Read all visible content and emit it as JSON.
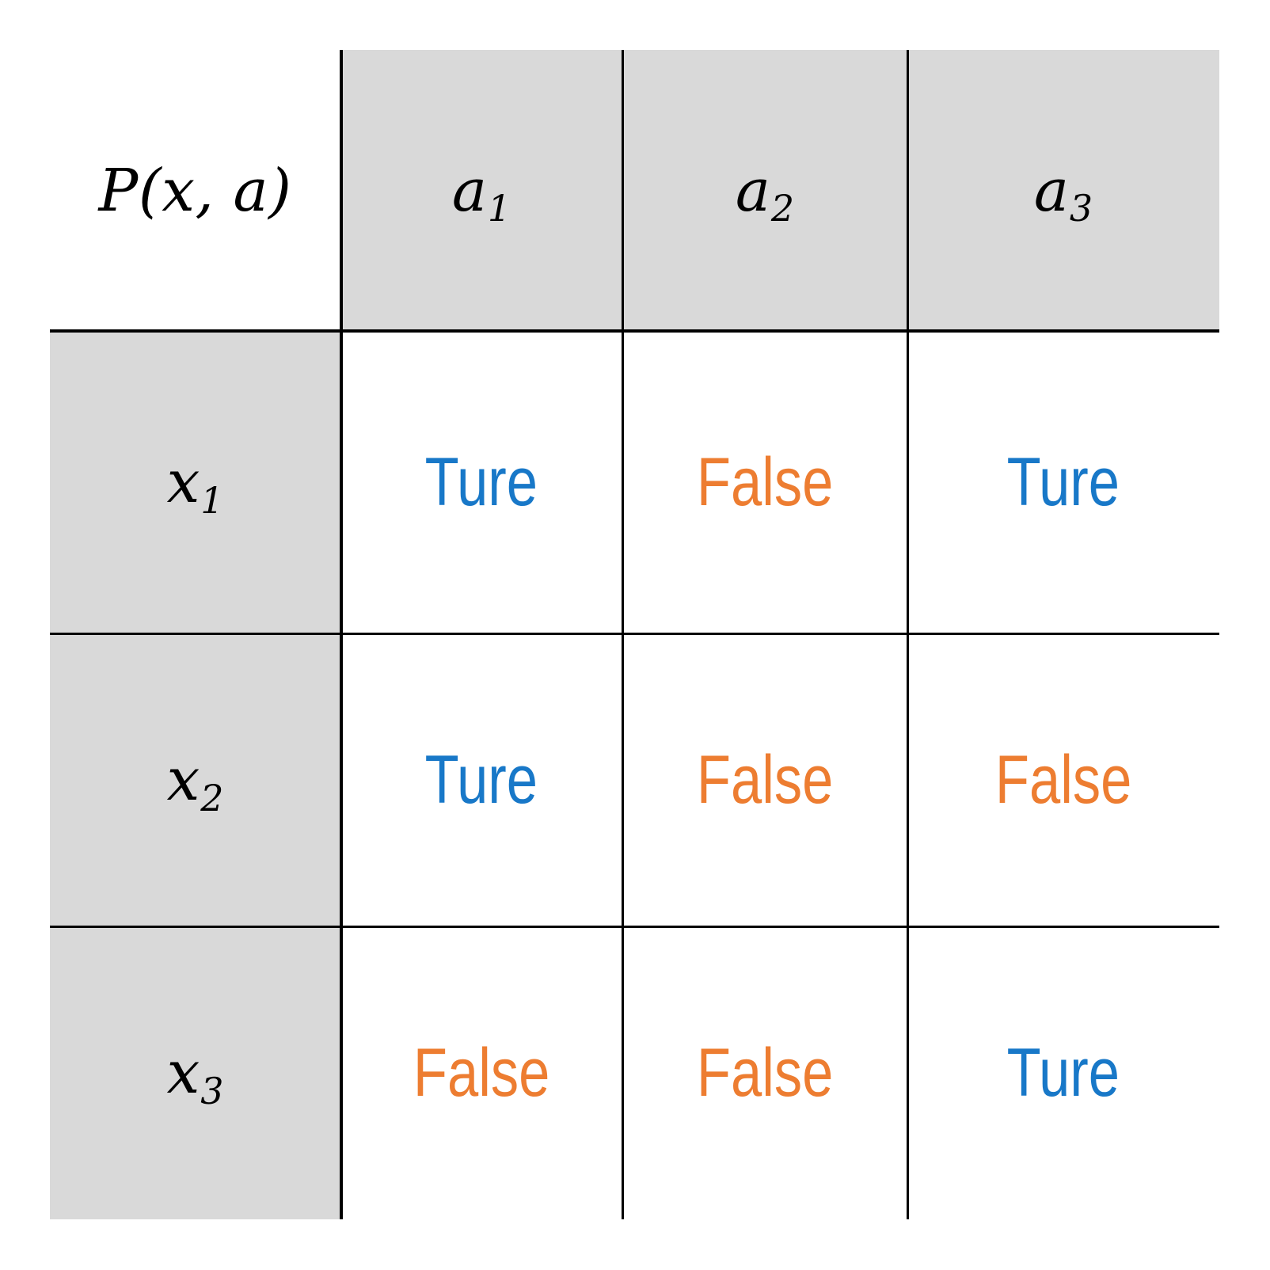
{
  "table": {
    "corner_label": {
      "base": "P(x, a)"
    },
    "column_headers": [
      {
        "base": "a",
        "sub": "1"
      },
      {
        "base": "a",
        "sub": "2"
      },
      {
        "base": "a",
        "sub": "3"
      }
    ],
    "row_headers": [
      {
        "base": "x",
        "sub": "1"
      },
      {
        "base": "x",
        "sub": "2"
      },
      {
        "base": "x",
        "sub": "3"
      }
    ],
    "rows": [
      {
        "cells": [
          "Ture",
          "False",
          "Ture"
        ]
      },
      {
        "cells": [
          "Ture",
          "False",
          "False"
        ]
      },
      {
        "cells": [
          "False",
          "False",
          "Ture"
        ]
      }
    ],
    "true_text": "Ture",
    "false_text": "False"
  },
  "colors": {
    "true": "#1878c8",
    "false": "#ed7d31",
    "header_fill": "#d9d9d9",
    "cell_fill": "#ffffff",
    "rule": "#000000",
    "text": "#000000"
  }
}
